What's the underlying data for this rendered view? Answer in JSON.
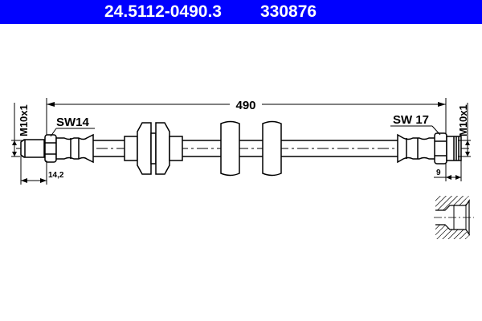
{
  "header": {
    "part_number": "24.5112-0490.3",
    "code": "330876",
    "background": "#0000ff"
  },
  "drawing": {
    "total_length": "490",
    "left_fitting": {
      "thread": "M10x1",
      "wrench_size": "SW14",
      "length": "14,2"
    },
    "right_fitting": {
      "thread": "M10x1",
      "wrench_size": "SW 17",
      "length": "9"
    },
    "detail_view": "female-thread-port-section"
  }
}
